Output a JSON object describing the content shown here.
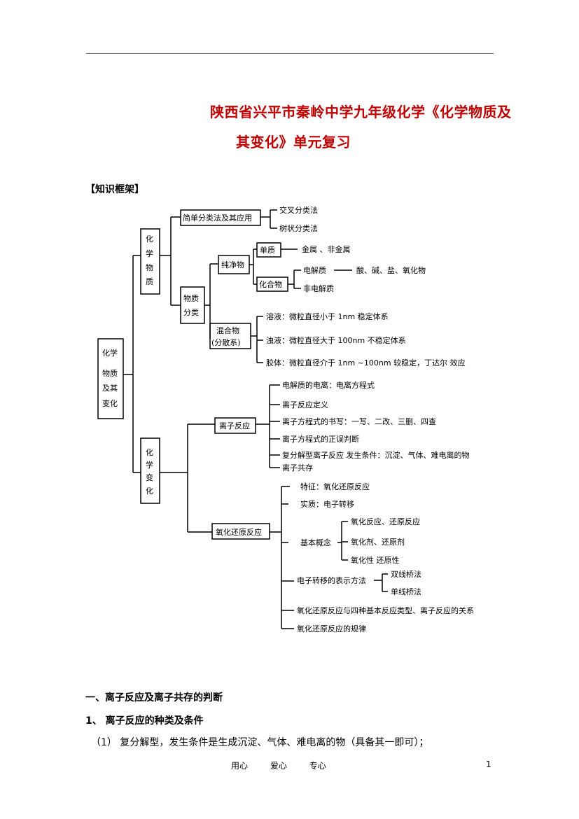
{
  "title_line1": "陕西省兴平市秦岭中学九年级化学《化学物质及",
  "title_line2": "其变化》单元复习",
  "section_label": "【知识框架】",
  "diagram": {
    "root": [
      "化学",
      "物质",
      "及其",
      "变化"
    ],
    "substance": [
      "化",
      "学",
      "物",
      "质"
    ],
    "change": [
      "化",
      "学",
      "变",
      "化"
    ],
    "simple_classification": "简单分类法及其应用",
    "cross_method": "交叉分类法",
    "tree_method": "树状分类法",
    "material_classification": [
      "物质",
      "分类"
    ],
    "pure": "纯净物",
    "element": "单质",
    "metal_nonmetal": "金属 、非金属",
    "compound": "化合物",
    "electrolyte": "电解质",
    "electrolyte_types": "酸、碱、盐、氧化物",
    "non_electrolyte": "非电解质",
    "mixture": [
      "混合物",
      "(分散系)"
    ],
    "solution": "溶液：微粒直径小于 1nm 稳定体系",
    "suspension": "浊液：微粒直径大于 100nm 不稳定体系",
    "colloid": "胶体：微粒直径介于 1nm ~100nm 较稳定，丁达尔 效应",
    "ionic_reaction": "离子反应",
    "ion_items": [
      "电解质的电离：电离方程式",
      "离子反应定义",
      "离子方程式的书写：一写、二改、三删、四查",
      "离子方程式的正误判断",
      "复分解型离子反应 发生条件：沉淀、气体、难电离的物",
      "离子共存"
    ],
    "redox": "氧化还原反应",
    "redox_items": [
      "特征：氧化还原反应",
      "实质：电子转移",
      "基本概念",
      "电子转移的表示方法",
      "氧化还原反应与四种基本反应类型、离子反应的关系",
      "氧化还原反应的规律"
    ],
    "concepts": [
      "氧化反应、还原反应",
      "氧化剂、还原剂",
      "氧化性  还原性"
    ],
    "bridges": [
      "双线桥法",
      "单线桥法"
    ]
  },
  "heading1": "一、离子反应及离子共存的判断",
  "heading2": "1、   离子反应的种类及条件",
  "para1": "（1）  复分解型，发生条件是生成沉淀、气体、难电离的物（具备其一即可）；",
  "footer": [
    "用心",
    "爱心",
    "专心"
  ],
  "page_number": "1"
}
